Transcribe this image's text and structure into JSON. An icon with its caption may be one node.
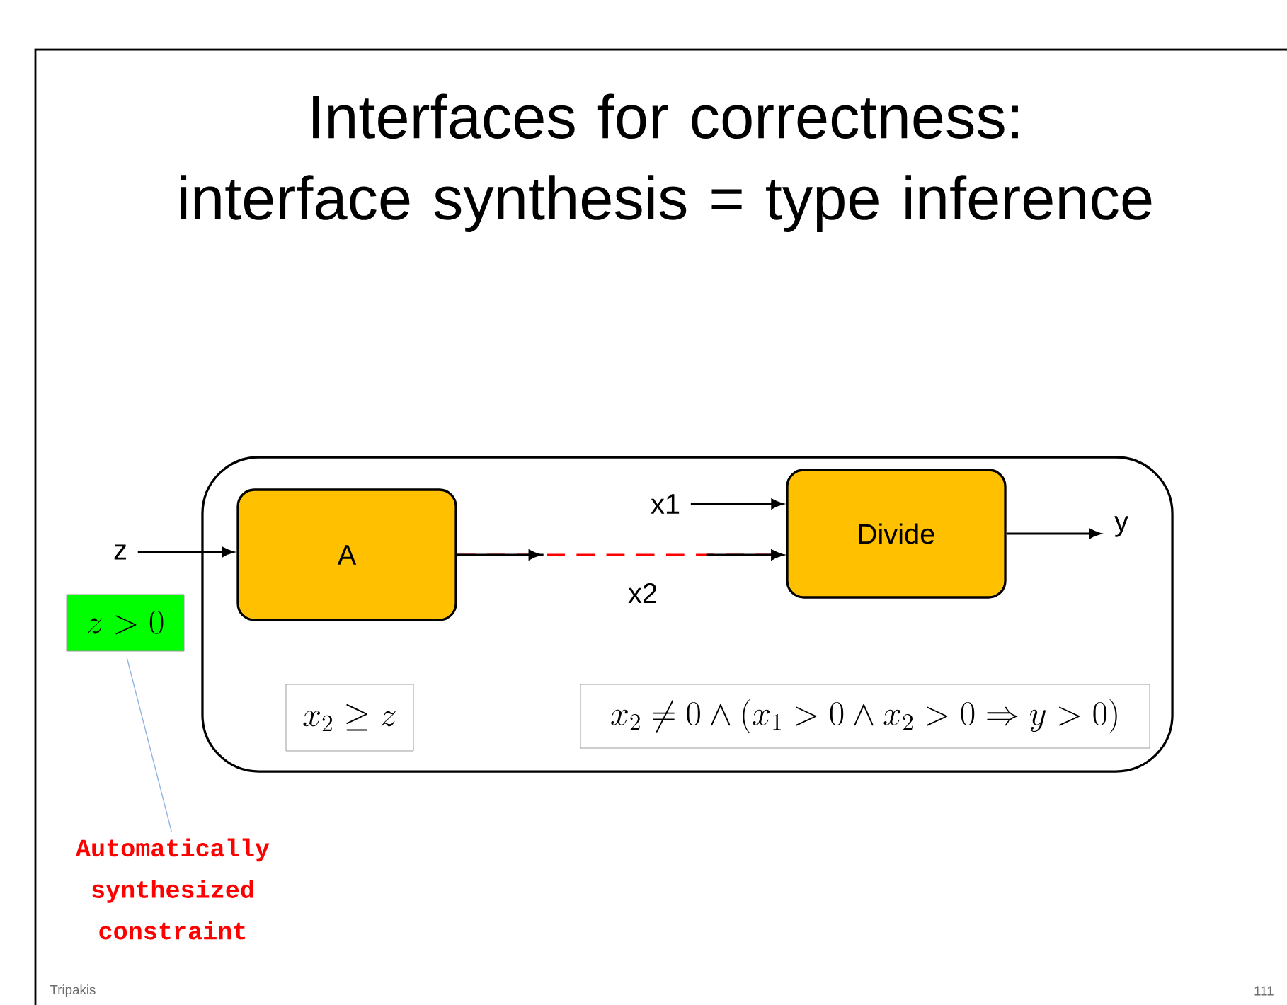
{
  "diagram": {
    "title": "Interfaces for correctness: interface synthesis = type inference",
    "nodes": [
      {
        "text": [],
        "shape": "box"
      },
      {
        "text": [
          "A"
        ],
        "in": 0
      },
      {
        "text": [
          "Divide"
        ],
        "in": 0
      },
      {
        "text": [
          "z"
        ]
      },
      {
        "text": [
          "x1"
        ],
        "in": 0
      },
      {
        "text": [
          "y"
        ],
        "in": 0
      },
      {
        "text": [
          "z > 0"
        ]
      },
      {
        "text": [
          "x_2 \\geq z"
        ],
        "in": 0
      },
      {
        "text": [
          "x_2 \\neq 0 \\wedge \\left(x_1 > 0 \\wedge x_2 > 0 \\Rightarrow y > 0\\right)"
        ],
        "in": 0
      },
      {
        "text": [
          "Automatically synthesized constraint"
        ]
      }
    ],
    "edges": [
      {
        "from": 3,
        "to": 1,
        "arrow": "to"
      },
      {
        "from": 1,
        "to": 2,
        "arrow": "to",
        "label": "x2",
        "style": "dashed",
        "color": "#ff0000"
      },
      {
        "from": 4,
        "to": 2,
        "arrow": "to"
      },
      {
        "from": 2,
        "to": 5,
        "arrow": "to"
      },
      {
        "from": 9,
        "to": 6,
        "arrow": "none",
        "color": "#8eb4e3"
      }
    ],
    "labels": [
      "Tripakis",
      "111"
    ]
  }
}
